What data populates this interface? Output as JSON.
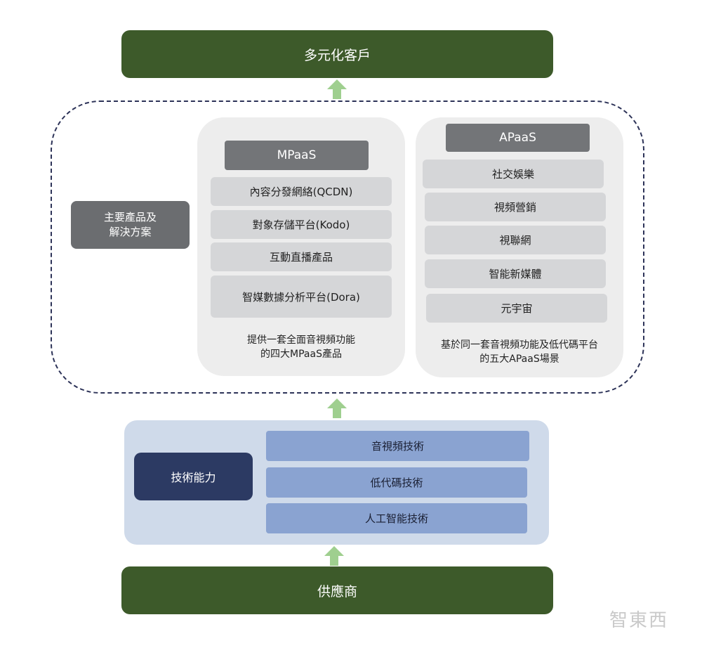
{
  "top_bar": {
    "label": "多元化客戶"
  },
  "bottom_bar": {
    "label": "供應商"
  },
  "products_label": {
    "line1": "主要產品及",
    "line2": "解決方案"
  },
  "mpaas": {
    "header": "MPaaS",
    "items": [
      "內容分發網絡(QCDN)",
      "對象存儲平台(Kodo)",
      "互動直播產品",
      "智媒數據分析平台(Dora)"
    ],
    "caption": {
      "line1": "提供一套全面音視頻功能",
      "line2": "的四大MPaaS產品"
    }
  },
  "apaas": {
    "header": "APaaS",
    "items": [
      "社交娛樂",
      "視頻營銷",
      "視聯網",
      "智能新媒體",
      "元宇宙"
    ],
    "caption": {
      "line1": "基於同一套音視頻功能及低代碼平台",
      "line2": "的五大APaaS場景"
    }
  },
  "tech": {
    "label": "技術能力",
    "items": [
      "音視頻技術",
      "低代碼技術",
      "人工智能技術"
    ]
  },
  "watermark": "智東西",
  "colors": {
    "green_bar": "#3d5a2a",
    "arrow": "#9fcf8f",
    "dashed_border": "#2d3358",
    "tech_label": "#2c3a63",
    "tech_item": "#8aa3d1"
  }
}
